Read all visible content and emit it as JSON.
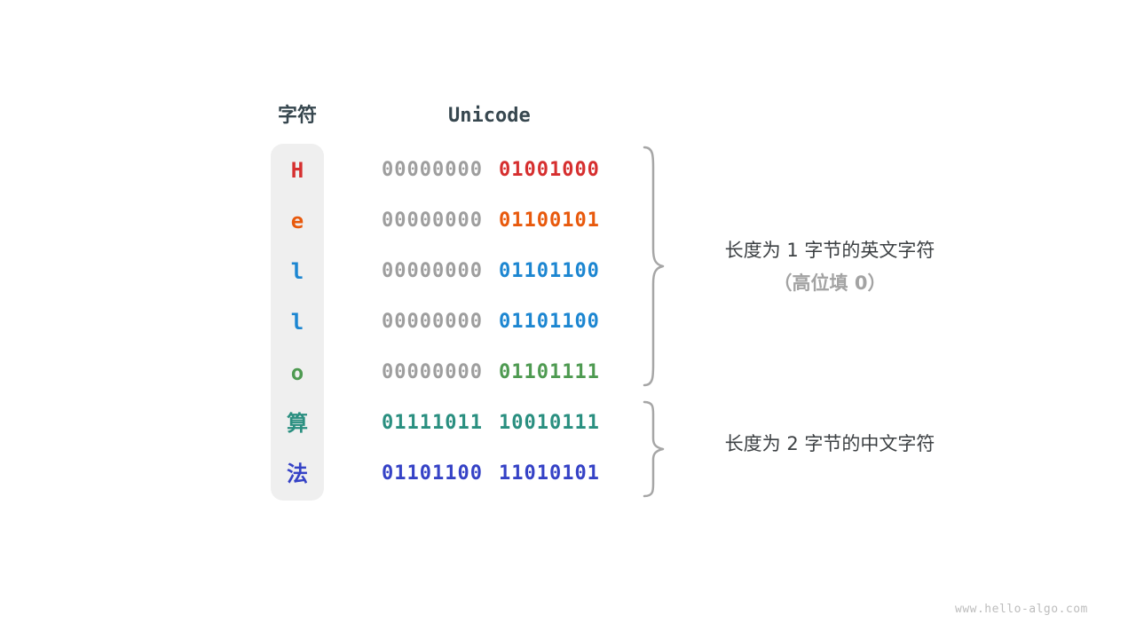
{
  "header": {
    "char_col": "字符",
    "unicode_col": "Unicode"
  },
  "rows": [
    {
      "char": "H",
      "high": "00000000",
      "low": "01001000",
      "char_color": "#d62f2f",
      "high_color": "#9e9e9e",
      "low_color": "#d62f2f"
    },
    {
      "char": "e",
      "high": "00000000",
      "low": "01100101",
      "char_color": "#e8590c",
      "high_color": "#9e9e9e",
      "low_color": "#e8590c"
    },
    {
      "char": "l",
      "high": "00000000",
      "low": "01101100",
      "char_color": "#1c86d1",
      "high_color": "#9e9e9e",
      "low_color": "#1c86d1"
    },
    {
      "char": "l",
      "high": "00000000",
      "low": "01101100",
      "char_color": "#1c86d1",
      "high_color": "#9e9e9e",
      "low_color": "#1c86d1"
    },
    {
      "char": "o",
      "high": "00000000",
      "low": "01101111",
      "char_color": "#4e9a51",
      "high_color": "#9e9e9e",
      "low_color": "#4e9a51"
    },
    {
      "char": "算",
      "high": "01111011",
      "low": "10010111",
      "char_color": "#2a8f80",
      "high_color": "#2a8f80",
      "low_color": "#2a8f80"
    },
    {
      "char": "法",
      "high": "01101100",
      "low": "11010101",
      "char_color": "#3542c6",
      "high_color": "#3542c6",
      "low_color": "#3542c6"
    }
  ],
  "annotations": {
    "english": {
      "line1": "长度为 1 字节的英文字符",
      "line2": "（高位填 0）"
    },
    "chinese": {
      "line1": "长度为 2 字节的中文字符"
    }
  },
  "watermark": "www.hello-algo.com",
  "colors": {
    "header_text": "#37474f",
    "annotation_text": "#3c4043",
    "annotation_sub_text": "#a3a3a3",
    "zero_padding_gray": "#9e9e9e",
    "char_column_bg": "#efefef",
    "brace_gray": "#a6a6a6"
  }
}
